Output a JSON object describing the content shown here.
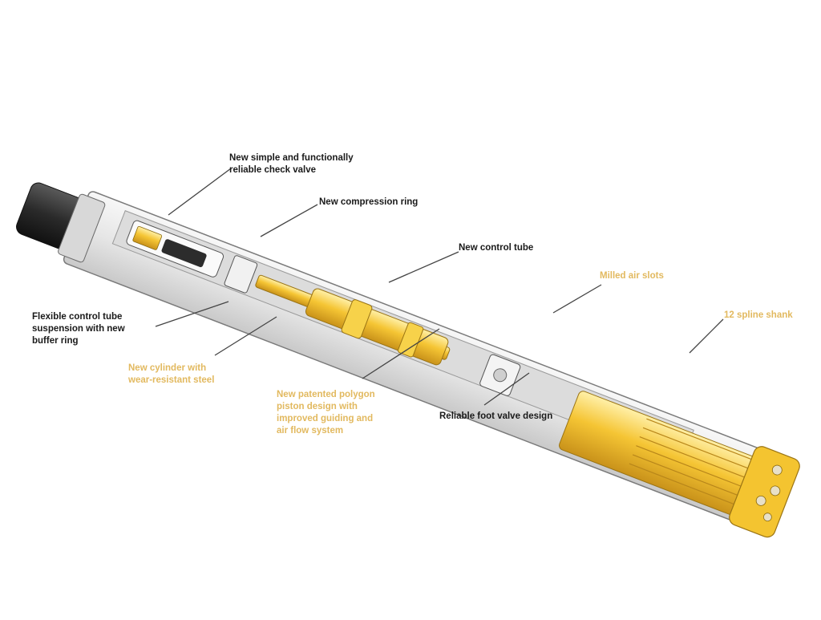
{
  "colors": {
    "label_dark": "#1a1a1a",
    "label_gold": "#e2b95f",
    "casing": "#ececec",
    "casing_outline": "#7a7a7a",
    "internal_parts": "#f2c12e",
    "bit_head": "#f4c430",
    "shank": "#2f2f2f"
  },
  "labels": {
    "check_valve": [
      "New simple and functionally",
      "reliable check valve"
    ],
    "compression_ring": [
      "New compression ring"
    ],
    "control_tube": [
      "New control tube"
    ],
    "air_slots": [
      "Milled air slots"
    ],
    "spline_shank": [
      "12 spline shank"
    ],
    "flexible_tube": [
      "Flexible control tube",
      "suspension with new",
      "buffer ring"
    ],
    "cylinder": [
      "New cylinder with",
      "wear-resistant steel"
    ],
    "piston": [
      "New patented polygon",
      "piston design with",
      "improved guiding and",
      "air flow system"
    ],
    "foot_valve": [
      "Reliable foot valve design"
    ]
  }
}
